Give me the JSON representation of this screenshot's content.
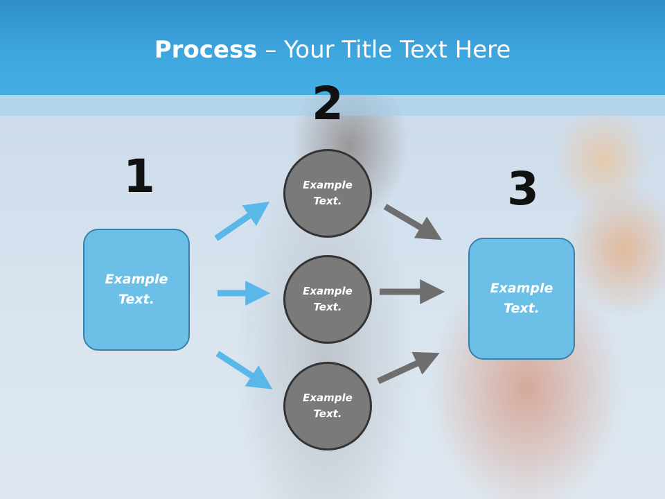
{
  "title": {
    "bold": "Process",
    "rest": " – Your Title Text Here"
  },
  "numbers": [
    "1",
    "2",
    "3"
  ],
  "left_box": {
    "line1": "Example",
    "line2": "Text."
  },
  "circles": [
    {
      "line1": "Example",
      "line2": "Text."
    },
    {
      "line1": "Example",
      "line2": "Text."
    },
    {
      "line1": "Example",
      "line2": "Text."
    }
  ],
  "right_box": {
    "line1": "Example",
    "line2": "Text."
  },
  "colors": {
    "title_bar": "#3fa7df",
    "box_fill": "#6cc0e8",
    "circle_fill": "#7a7a7a",
    "arrow_blue": "#5ab8e8",
    "arrow_gray": "#6e6e6e"
  }
}
